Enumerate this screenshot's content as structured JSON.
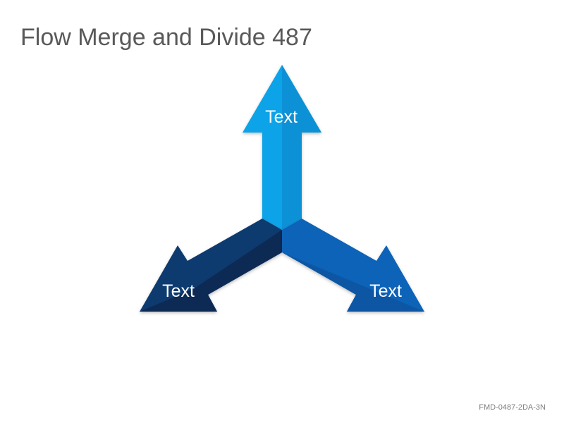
{
  "slide": {
    "title": "Flow Merge and Divide 487",
    "footer_code": "FMD-0487-2DA-3N"
  },
  "arrows": {
    "up": {
      "label": "Text",
      "color": "#0aa3e8",
      "shade": "#0891d6"
    },
    "left": {
      "label": "Text",
      "color": "#0f3a70",
      "shade": "#082a55"
    },
    "right": {
      "label": "Text",
      "color": "#0a63b8",
      "shade": "#0857a3"
    }
  }
}
